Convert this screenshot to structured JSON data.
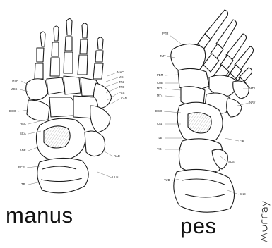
{
  "figure": {
    "manus_caption": "manus",
    "pes_caption": "pes",
    "signature": "Murray",
    "manus_labels": [
      "MTR",
      "MCS",
      "MAC",
      "MC",
      "TPZ",
      "TPD",
      "PSS",
      "HAC",
      "SCA",
      "CAN",
      "DCO",
      "ADF",
      "PCP",
      "LTP",
      "RAD",
      "ULN"
    ],
    "pes_labels": [
      "PTR",
      "TMT",
      "PBM",
      "CUB",
      "MT5",
      "MT4",
      "DCO",
      "CAL",
      "TLB",
      "TIB",
      "FIB",
      "SUS",
      "TUB",
      "NAV",
      "MT1",
      "CNE"
    ],
    "colors": {
      "line": "#1a1a1a",
      "shade": "#8a8a8a",
      "paper": "#ffffff"
    }
  }
}
